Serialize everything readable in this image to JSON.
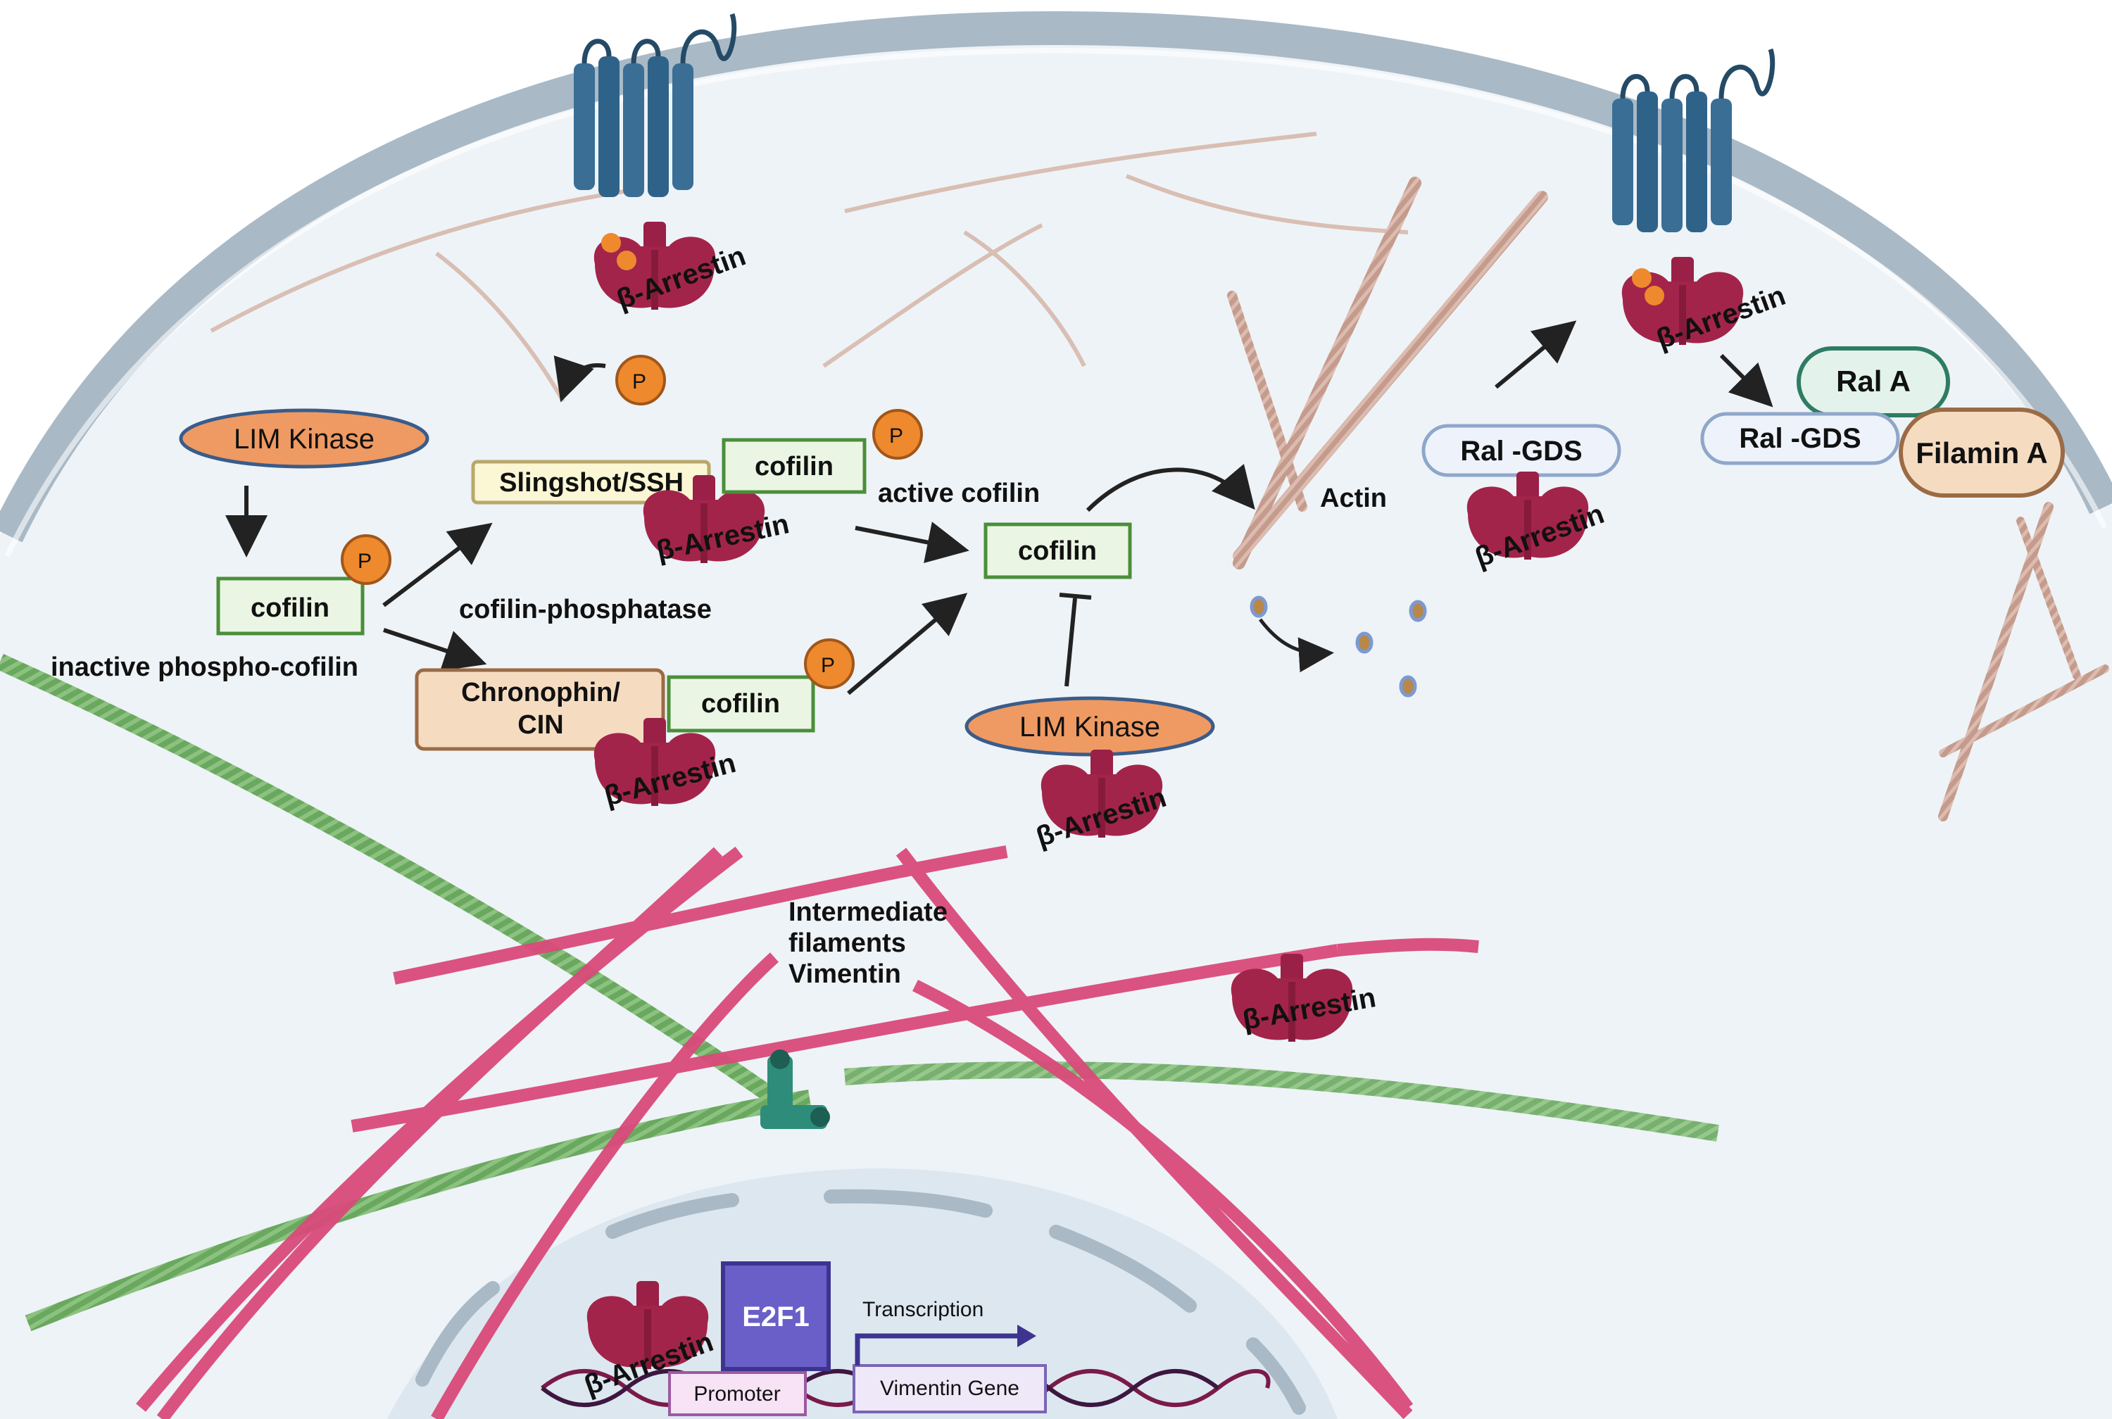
{
  "colors": {
    "membrane": "#a9b9c6",
    "cytoplasm": "#eef3f7",
    "receptor": "#3a6e95",
    "arrestin": "#a3244a",
    "kinase": "#ef9a62",
    "phospho": "#ee8a2d",
    "cofilin_border": "#4a8f3a",
    "cofilin_fill": "#eaf6e3",
    "actin": "#c9a294",
    "vimentin": "#d94a7a",
    "microtubule": "#6aa860",
    "e2f1": "#6a5fc9",
    "nucleus": "#dde7f0"
  },
  "labels": {
    "beta_arrestin": "β-Arrestin",
    "lim_kinase_top": "LIM Kinase",
    "lim_kinase_bottom": "LIM Kinase",
    "cofilin_inactive": "cofilin",
    "inactive_caption": "inactive phospho-cofilin",
    "slingshot": "Slingshot/SSH",
    "cofilin_ssh": "cofilin",
    "cofilin_phosphatase": "cofilin-phosphatase",
    "chronophin": "Chronophin/",
    "chronophin_2": "CIN",
    "cofilin_cin": "cofilin",
    "active_cofilin": "active cofilin",
    "cofilin_active": "cofilin",
    "actin": "Actin",
    "ral_gds_left": "Ral -GDS",
    "ral_gds_right": "Ral -GDS",
    "ral_a": "Ral A",
    "filamin_a": "Filamin A",
    "intermediate_1": "Intermediate",
    "intermediate_2": "filaments",
    "intermediate_3": "Vimentin",
    "e2f1": "E2F1",
    "transcription": "Transcription",
    "promoter": "Promoter",
    "vimentin_gene": "Vimentin Gene",
    "p": "P"
  }
}
